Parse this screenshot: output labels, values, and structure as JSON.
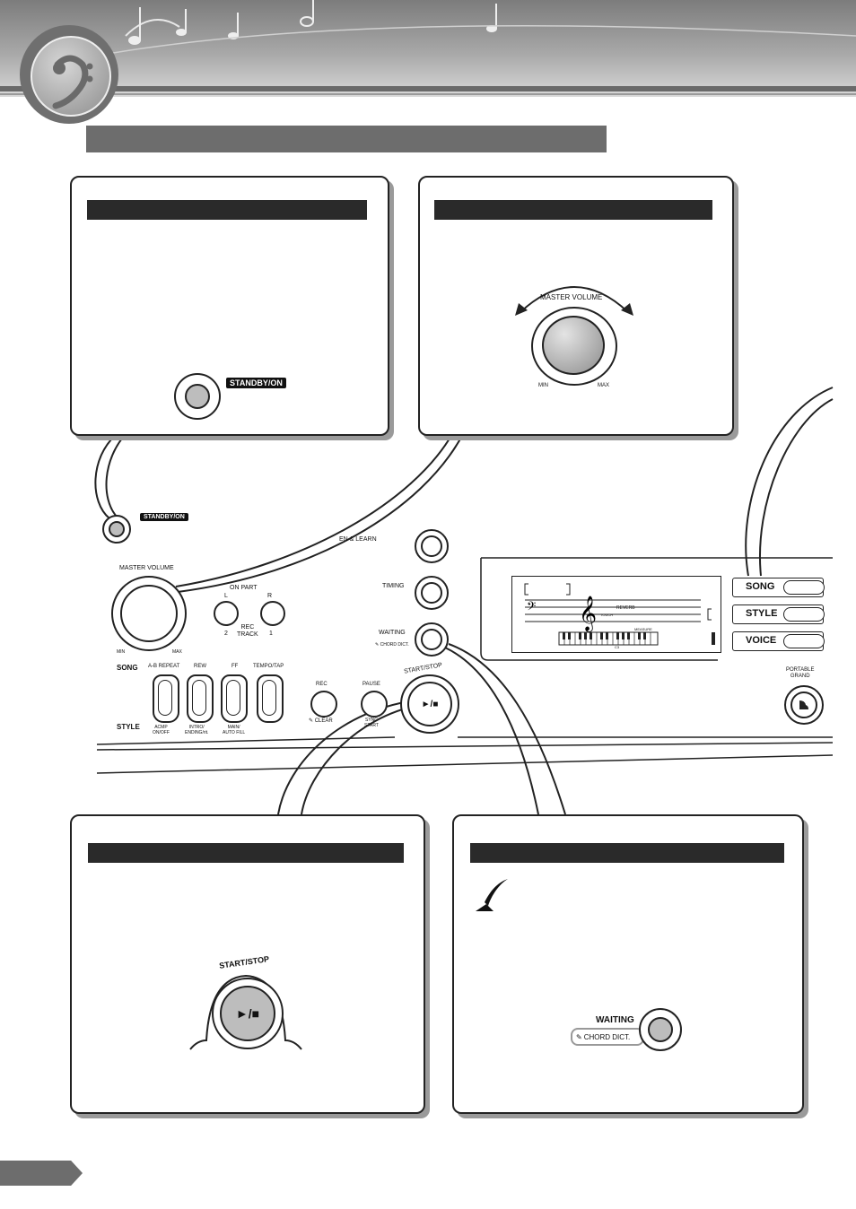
{
  "panel_labels": {
    "standby_on": "STANDBY/ON",
    "master_volume": "MASTER VOLUME",
    "min": "MIN",
    "max": "MAX",
    "start_stop": "START/STOP",
    "start_stop_symbol": "►/■",
    "waiting": "WAITING",
    "chord_dict": "CHORD DICT."
  },
  "front_panel": {
    "listen_learn": "EN & LEARN",
    "timing": "TIMING",
    "lesson_part": "ON PART",
    "lesson_l": "L",
    "lesson_r": "R",
    "rec_track": "REC\nTRACK",
    "track_2": "2",
    "track_1": "1",
    "song_row": "SONG",
    "style_row": "STYLE",
    "song_buttons": [
      "A-B REPEAT",
      "REW",
      "FF",
      "TEMPO/TAP"
    ],
    "style_buttons": [
      "ACMP\nON/OFF",
      "INTRO/\nENDING/rit.",
      "MAIN/\nAUTO FILL",
      ""
    ],
    "rec": "REC",
    "clear": "CLEAR",
    "pause": "PAUSE",
    "sync_start": "SYNC\nSTART",
    "portable_grand": "PORTABLE\nGRAND",
    "mode_buttons": [
      "SONG",
      "STYLE",
      "VOICE"
    ]
  },
  "display": {
    "reverb": "REVERB",
    "touch": "TOUCH",
    "measure": "MEASURE",
    "c3": "C3"
  }
}
